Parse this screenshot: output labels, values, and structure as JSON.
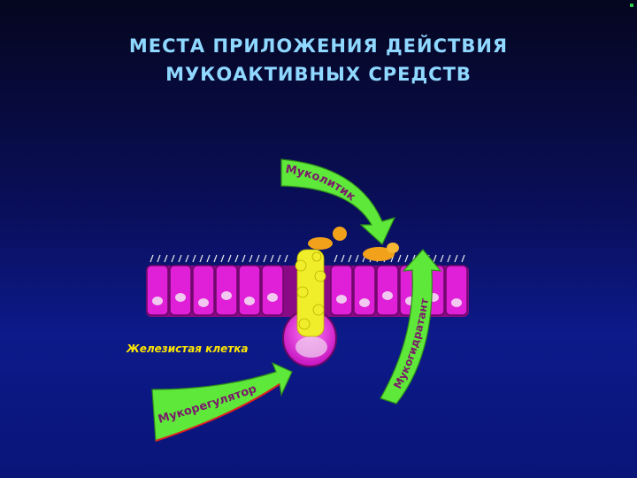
{
  "title": {
    "line1": "МЕСТА ПРИЛОЖЕНИЯ ДЕЙСТВИЯ",
    "line2": "МУКОАКТИВНЫХ СРЕДСТВ"
  },
  "labels": {
    "mucolytic": "Муколитик",
    "mucohydrant": "Мукогидратант",
    "mucoregulator": "Мукорегулятор",
    "gland_cell": "Железистая клетка"
  },
  "colors": {
    "background_dark": "#05061f",
    "background_blue": "#0c1a8a",
    "title": "#8fd8ff",
    "arrow_fill": "#5ee83a",
    "arrow_label": "#7a1a6a",
    "cells": "#e01fd8",
    "mucus": "#f0ee2a",
    "gland_label": "#ffe600"
  }
}
